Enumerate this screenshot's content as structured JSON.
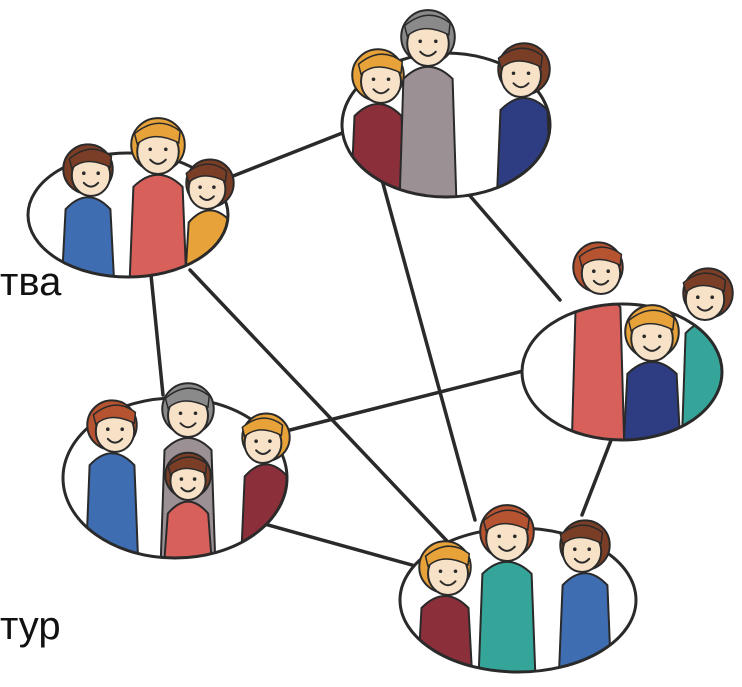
{
  "text_fragments": [
    "тва",
    "тур"
  ],
  "groups": [
    {
      "id": "top",
      "people": 3
    },
    {
      "id": "upper-left",
      "people": 3
    },
    {
      "id": "right",
      "people": 3
    },
    {
      "id": "lower-left",
      "people": 4
    },
    {
      "id": "bottom",
      "people": 3
    }
  ],
  "connections": [
    [
      "top",
      "upper-left"
    ],
    [
      "top",
      "right"
    ],
    [
      "top",
      "bottom"
    ],
    [
      "upper-left",
      "lower-left"
    ],
    [
      "upper-left",
      "bottom"
    ],
    [
      "right",
      "lower-left"
    ],
    [
      "right",
      "bottom"
    ],
    [
      "lower-left",
      "bottom"
    ]
  ],
  "colors": {
    "line": "#2a2a2a",
    "maroon": "#8b2f3a",
    "navy": "#2e3c82",
    "blue": "#3f6db2",
    "teal": "#35a59a",
    "red": "#d7605b",
    "orange": "#e7a23a",
    "gray": "#9b9194",
    "skin": "#f7e2c8",
    "brown": "#7a3e26",
    "auburn": "#b65330",
    "gray_hair": "#8a8a8a"
  }
}
